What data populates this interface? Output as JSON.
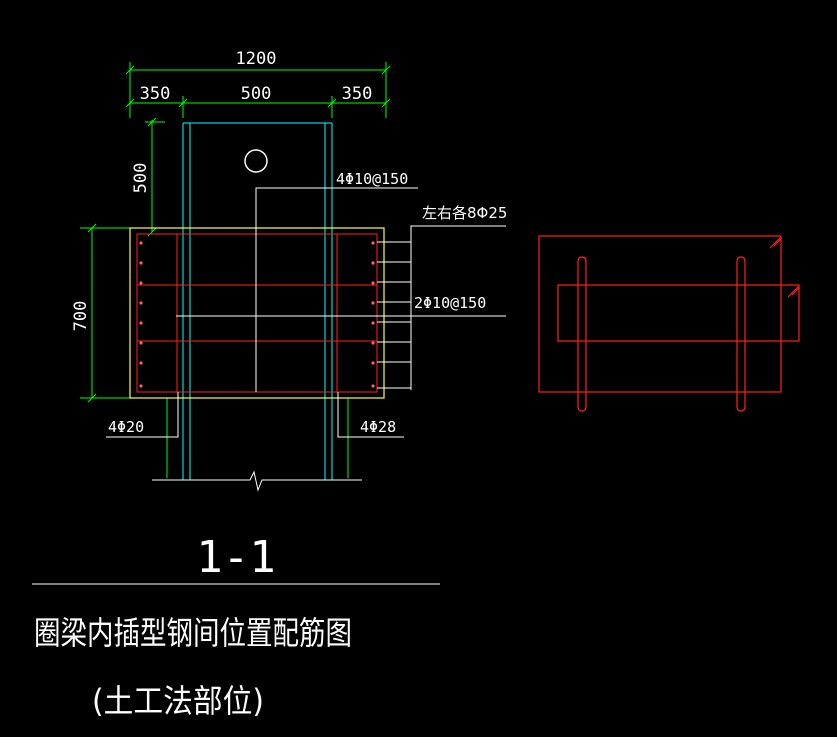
{
  "dimensions": {
    "overall_width": "1200",
    "left_width": "350",
    "middle_width": "500",
    "right_width": "350",
    "top_height": "500",
    "beam_height": "700"
  },
  "labels": {
    "stirrup_top": "4Φ10@150",
    "side_bars": "左右各8Φ25",
    "stirrup_mid": "2Φ10@150",
    "bottom_left": "4Φ20",
    "bottom_right": "4Φ28"
  },
  "section_mark": "1-1",
  "title": "圈梁内插型钢间位置配筋图",
  "subtitle": "(土工法部位)",
  "colors": {
    "background": "#000000",
    "dimension": "#00ff00",
    "text": "#ffffff",
    "rebar": "#ff2020",
    "steel": "#00ffff",
    "beam_outline": "#ffff40",
    "leader": "#ffffff"
  }
}
